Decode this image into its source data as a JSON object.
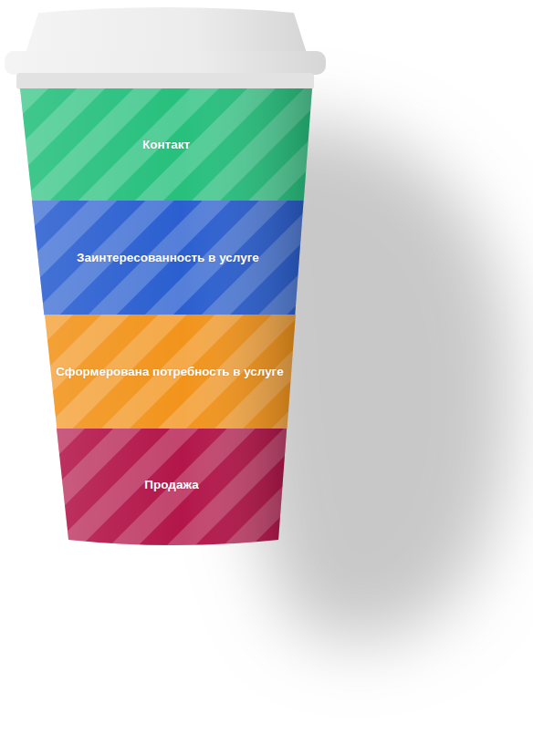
{
  "diagram": {
    "nodes": [
      {
        "text": [
          "Контакт"
        ]
      },
      {
        "text": [
          "Заинтересованность в услуге"
        ]
      },
      {
        "text": [
          "Сформерована потребность в услуге"
        ]
      },
      {
        "text": [
          "Продажа"
        ]
      }
    ]
  }
}
